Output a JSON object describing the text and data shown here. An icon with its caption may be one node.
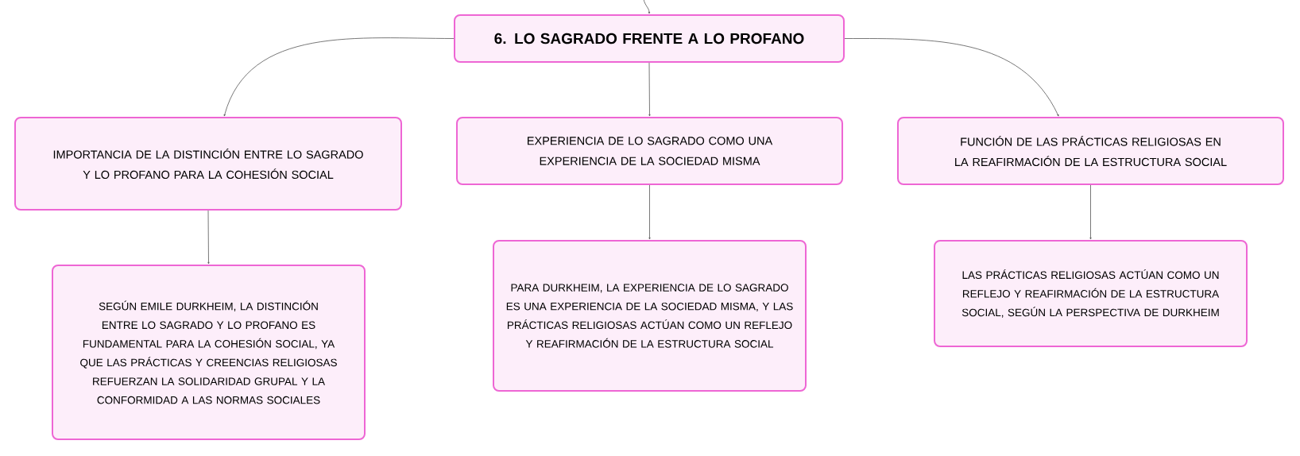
{
  "diagram": {
    "nodes": [
      {
        "text": [
          "6. LO SAGRADO FRENTE A LO PROFANO"
        ]
      },
      {
        "text": [
          "IMPORTANCIA DE LA DISTINCIÓN ENTRE LO SAGRADO Y LO PROFANO PARA LA COHESIÓN SOCIAL"
        ]
      },
      {
        "text": [
          "EXPERIENCIA DE LO SAGRADO COMO UNA EXPERIENCIA DE LA SOCIEDAD MISMA"
        ]
      },
      {
        "text": [
          "FUNCIÓN DE LAS PRÁCTICAS RELIGIOSAS EN LA REAFIRMACIÓN DE LA ESTRUCTURA SOCIAL"
        ]
      },
      {
        "text": [
          "SEGÚN EMILE DURKHEIM, LA DISTINCIÓN ENTRE LO SAGRADO Y LO PROFANO ES FUNDAMENTAL PARA LA COHESIÓN SOCIAL, YA QUE LAS PRÁCTICAS Y CREENCIAS RELIGIOSAS REFUERZAN LA SOLIDARIDAD GRUPAL Y LA CONFORMIDAD A LAS NORMAS SOCIALES"
        ]
      },
      {
        "text": [
          "PARA DURKHEIM, LA EXPERIENCIA DE LO SAGRADO ES UNA EXPERIENCIA DE LA SOCIEDAD MISMA, Y LAS PRÁCTICAS RELIGIOSAS ACTÚAN COMO UN REFLEJO Y REAFIRMACIÓN DE LA ESTRUCTURA SOCIAL"
        ]
      },
      {
        "text": [
          "LAS PRÁCTICAS RELIGIOSAS ACTÚAN COMO UN REFLEJO Y REAFIRMACIÓN DE LA ESTRUCTURA SOCIAL, SEGÚN LA PERSPECTIVA DE DURKHEIM"
        ]
      }
    ],
    "edges": [
      {
        "from": null,
        "to": 0,
        "arrow": "to"
      },
      {
        "from": 0,
        "to": 1,
        "arrow": "to"
      },
      {
        "from": 0,
        "to": 2,
        "arrow": "to"
      },
      {
        "from": 0,
        "to": 3,
        "arrow": "to"
      },
      {
        "from": 1,
        "to": 4,
        "arrow": "to"
      },
      {
        "from": 2,
        "to": 5,
        "arrow": "to"
      },
      {
        "from": 3,
        "to": 6,
        "arrow": "to"
      }
    ]
  }
}
